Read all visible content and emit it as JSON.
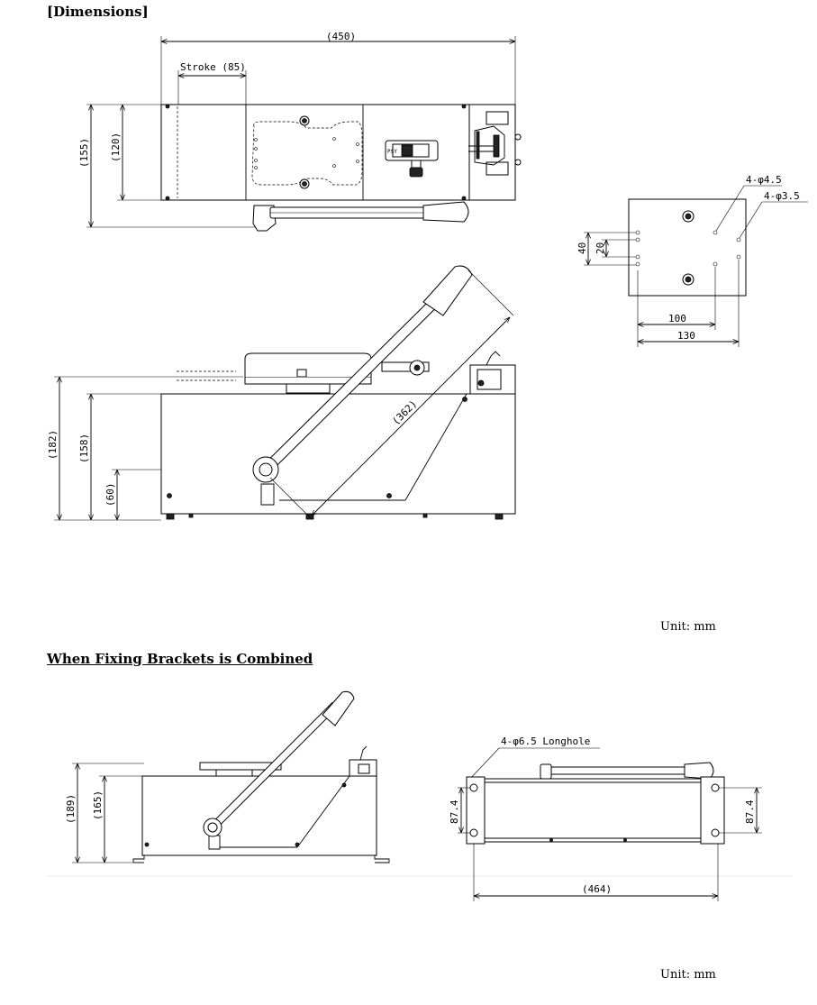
{
  "headings": {
    "dimensions": "[Dimensions]",
    "brackets": "When Fixing Brackets is Combined"
  },
  "units": {
    "top": "Unit: mm",
    "bottom": "Unit: mm"
  },
  "top_view": {
    "length": "(450)",
    "stroke": "Stroke (85)",
    "height_outer": "(155)",
    "height_inner": "(120)"
  },
  "plate_view": {
    "hole_a": "4-φ4.5",
    "hole_b": "4-φ3.5",
    "dim_40": "40",
    "dim_20": "20",
    "dim_100": "100",
    "dim_130": "130"
  },
  "side_view": {
    "lever": "(362)",
    "height_182": "(182)",
    "height_158": "(158)",
    "height_60": "(60)"
  },
  "bracket_side": {
    "height_189": "(189)",
    "height_165": "(165)"
  },
  "bracket_top": {
    "longhole": "4-φ6.5 Longhole",
    "left_874": "87.4",
    "right_874": "87.4",
    "length_464": "(464)"
  }
}
